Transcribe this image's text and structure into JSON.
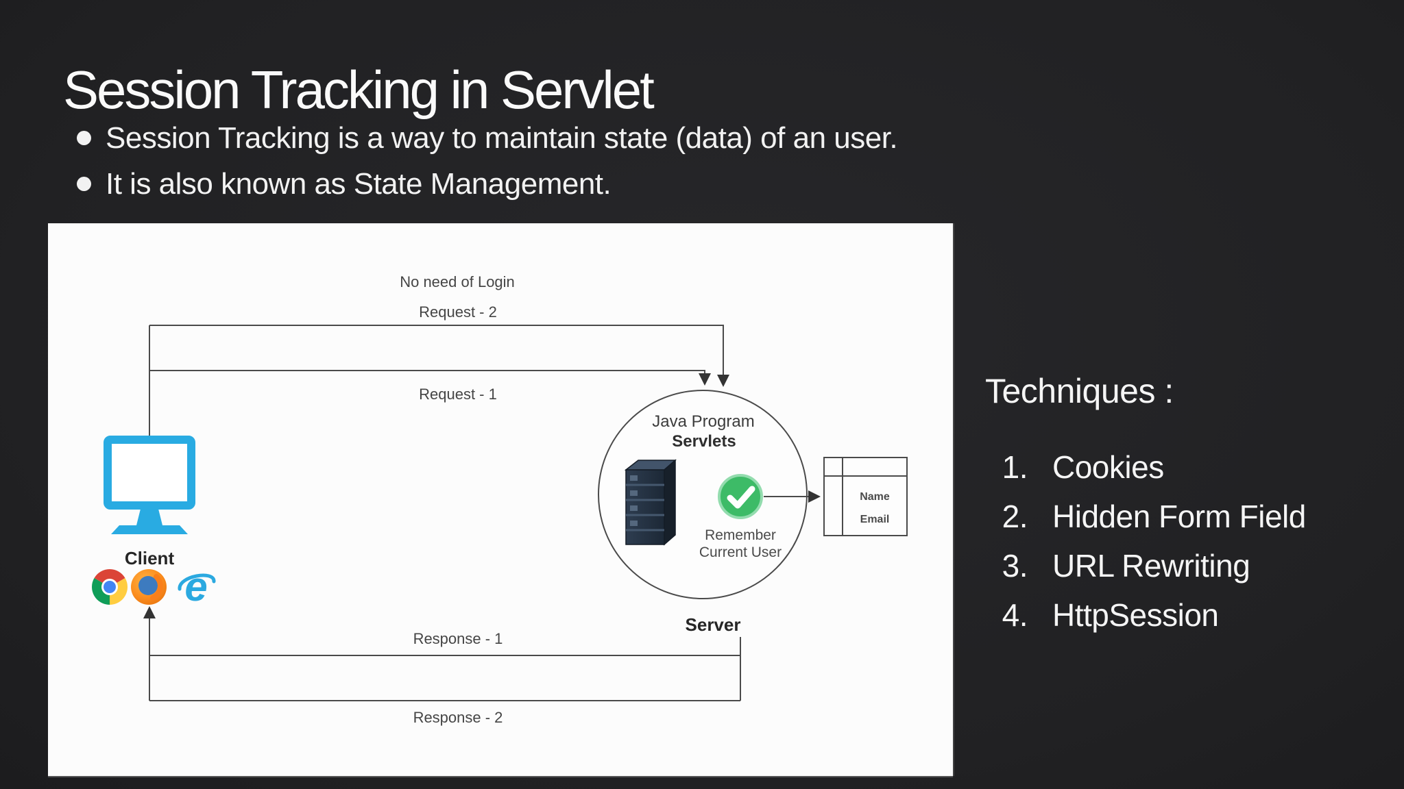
{
  "slide": {
    "title": "Session Tracking in Servlet",
    "bullets": [
      "Session Tracking is a way to maintain state (data) of an user.",
      "It is also known as State Management."
    ]
  },
  "techniques": {
    "heading": "Techniques :",
    "items": [
      {
        "num": "1.",
        "label": "Cookies"
      },
      {
        "num": "2.",
        "label": "Hidden Form Field"
      },
      {
        "num": "3.",
        "label": "URL Rewriting"
      },
      {
        "num": "4.",
        "label": "HttpSession"
      }
    ]
  },
  "diagram": {
    "flow_labels": {
      "no_need_of_login": "No need of Login",
      "request_2": "Request - 2",
      "request_1": "Request - 1",
      "response_1": "Response - 1",
      "response_2": "Response - 2"
    },
    "client_label": "Client",
    "server_label": "Server",
    "server_circle": {
      "line1": "Java Program",
      "line2": "Servlets",
      "check_caption_line1": "Remember",
      "check_caption_line2": "Current User"
    },
    "user_table": {
      "row1": "Name",
      "row2": "Email"
    },
    "icons": {
      "client": "monitor-icon",
      "browsers": [
        "chrome-icon",
        "firefox-icon",
        "ie-icon"
      ],
      "server": "server-rack-icon",
      "status": "check-circle-icon"
    },
    "colors": {
      "slide_bg": "#222224",
      "slide_text": "#f2f2f2",
      "diagram_bg": "#fcfcfc",
      "wire": "#4a4a4a",
      "label_text": "#454545",
      "client_blue": "#29abe2",
      "check_green": "#3dbb67",
      "ie_blue": "#2ba9e0"
    }
  }
}
